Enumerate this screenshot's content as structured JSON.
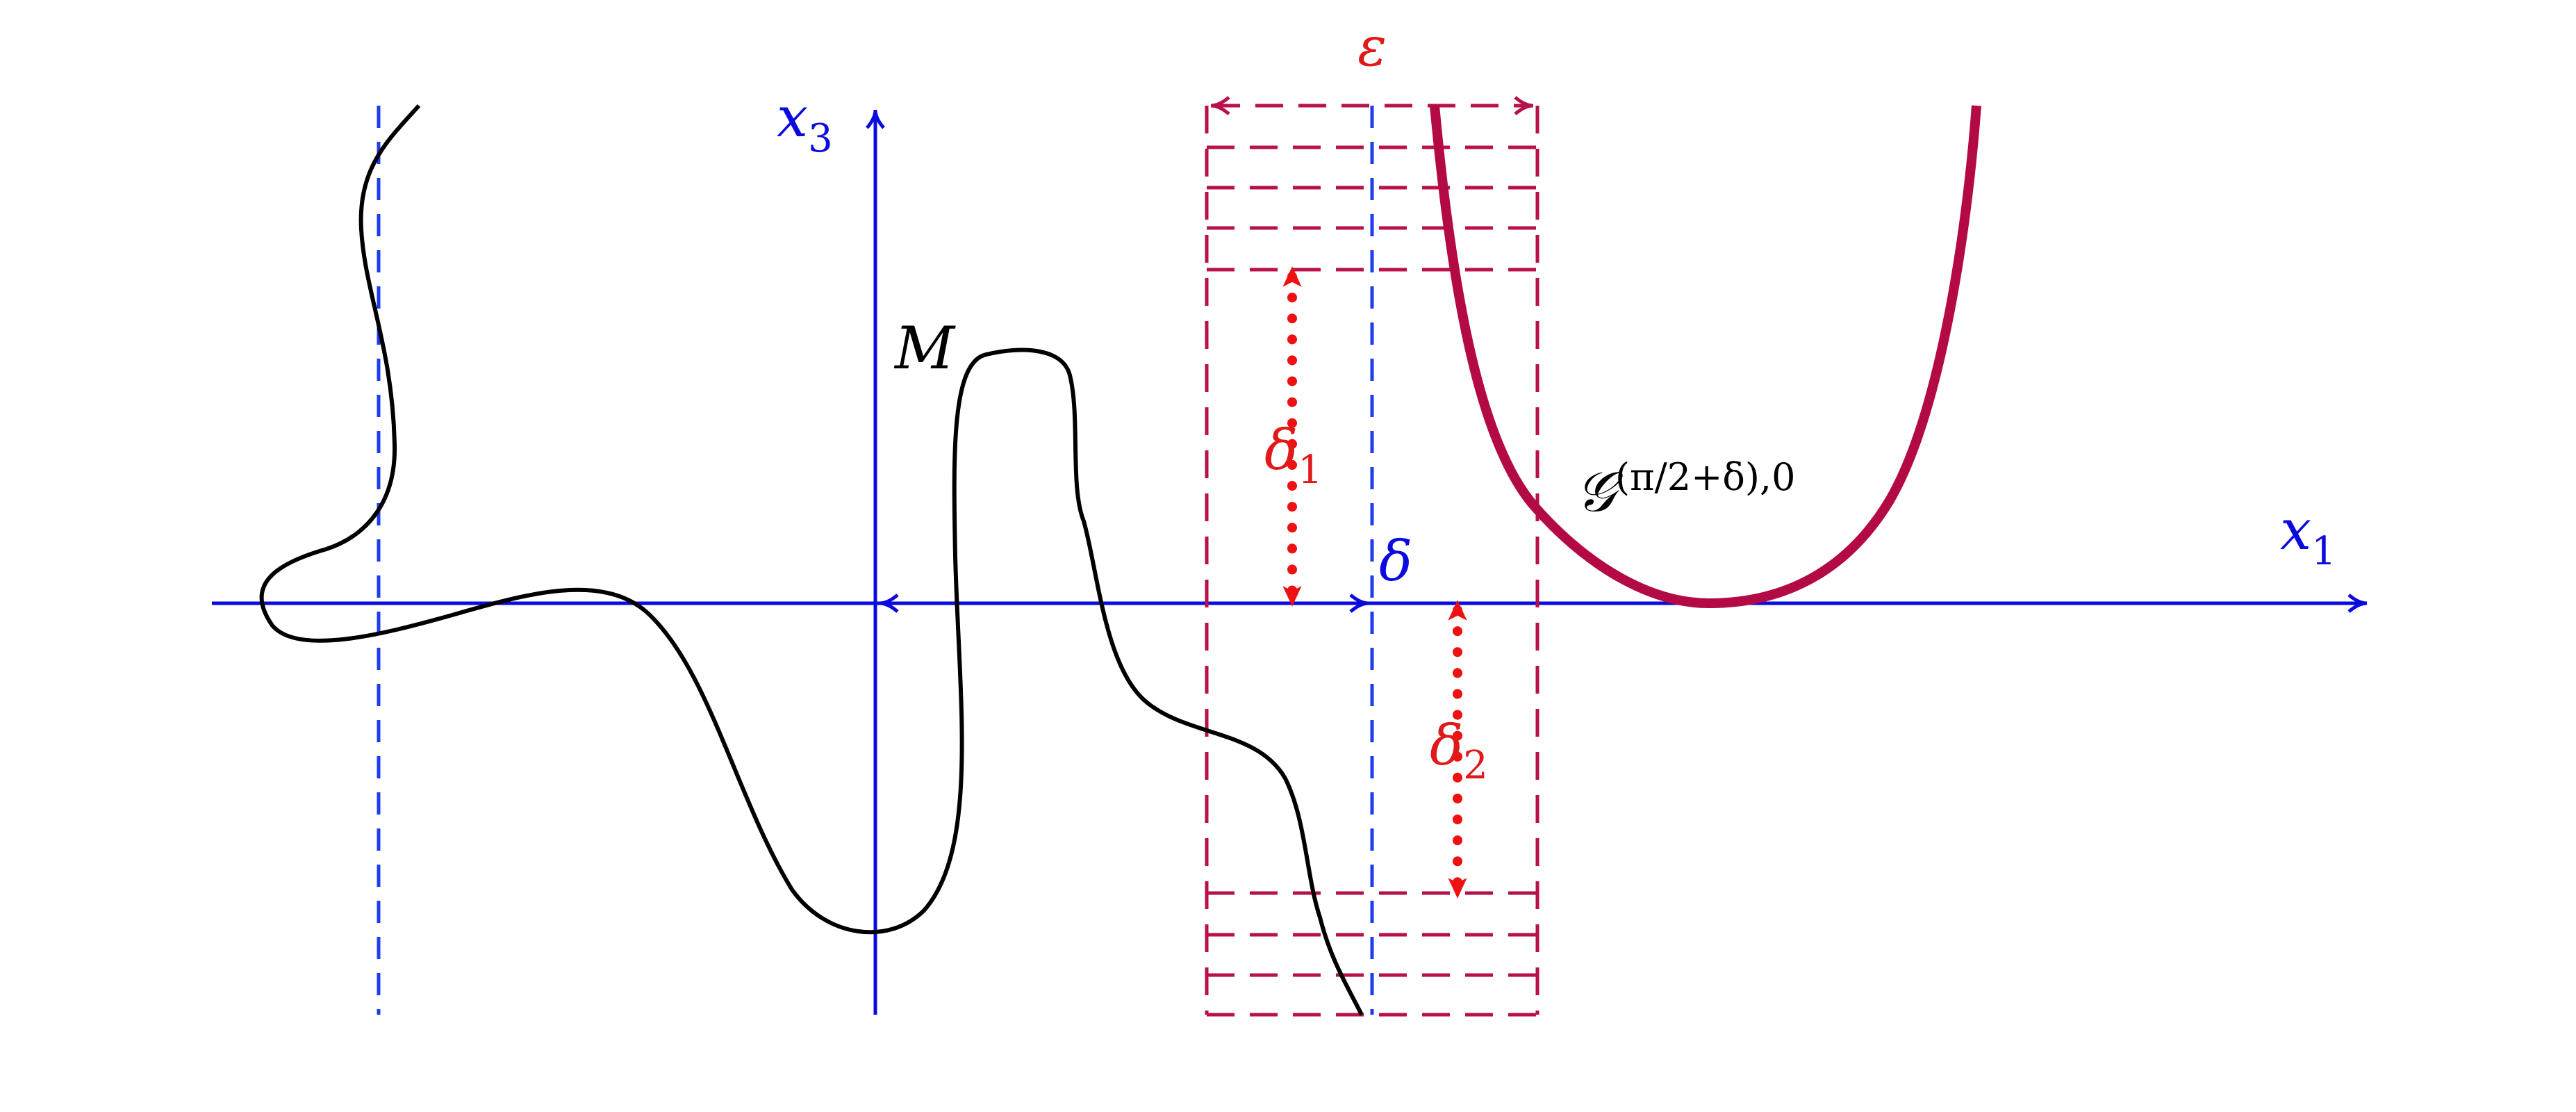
{
  "labels": {
    "x3_axis": {
      "main": "x",
      "sub": "3"
    },
    "x1_axis": {
      "main": "x",
      "sub": "1"
    },
    "manifold": "M",
    "epsilon": "ε",
    "delta": "δ",
    "delta1": {
      "main": "δ",
      "sub": "1"
    },
    "delta2": {
      "main": "δ",
      "sub": "2"
    },
    "graph": {
      "main": "𝒢",
      "sup": "(π/2+δ),0"
    }
  },
  "colors": {
    "axis": "#0a0adf",
    "dashed_blue": "#1e3cf0",
    "box": "#b8104a",
    "curve_graph": "#b30a45",
    "arrow_red": "#ee1111",
    "curve_black": "#000000",
    "label_red": "#e01a1a"
  }
}
